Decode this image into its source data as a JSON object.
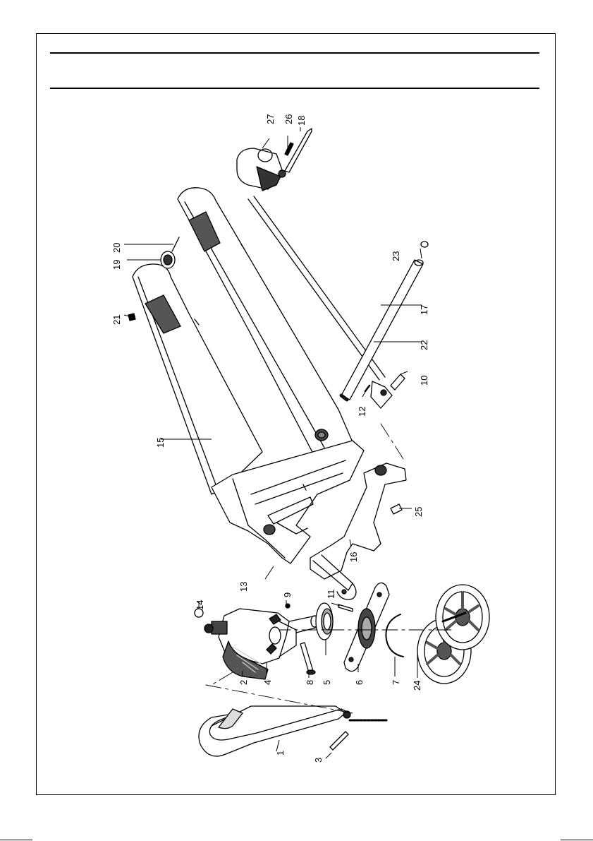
{
  "diagram": {
    "callouts": [
      {
        "id": "c1",
        "text": "1"
      },
      {
        "id": "c2",
        "text": "2"
      },
      {
        "id": "c3",
        "text": "3"
      },
      {
        "id": "c4",
        "text": "4"
      },
      {
        "id": "c5",
        "text": "5"
      },
      {
        "id": "c6",
        "text": "6"
      },
      {
        "id": "c7",
        "text": "7"
      },
      {
        "id": "c8",
        "text": "8"
      },
      {
        "id": "c9",
        "text": "9"
      },
      {
        "id": "c10",
        "text": "10"
      },
      {
        "id": "c11",
        "text": "11"
      },
      {
        "id": "c12",
        "text": "12"
      },
      {
        "id": "c13",
        "text": "13"
      },
      {
        "id": "c14",
        "text": "14"
      },
      {
        "id": "c15",
        "text": "15"
      },
      {
        "id": "c16",
        "text": "16"
      },
      {
        "id": "c17",
        "text": "17"
      },
      {
        "id": "c18",
        "text": "18"
      },
      {
        "id": "c19",
        "text": "19"
      },
      {
        "id": "c20",
        "text": "20"
      },
      {
        "id": "c21",
        "text": "21"
      },
      {
        "id": "c22",
        "text": "22"
      },
      {
        "id": "c23",
        "text": "23"
      },
      {
        "id": "c24",
        "text": "24"
      },
      {
        "id": "c25",
        "text": "25"
      },
      {
        "id": "c26",
        "text": "26"
      },
      {
        "id": "c27",
        "text": "27"
      }
    ]
  }
}
